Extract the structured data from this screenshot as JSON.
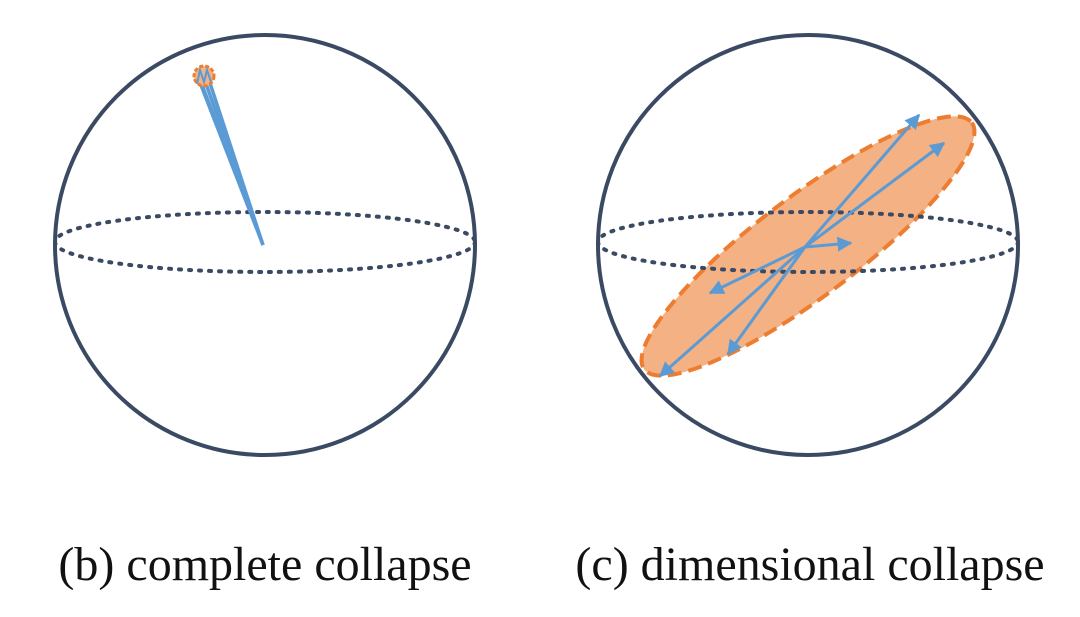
{
  "panels": [
    {
      "id": "b",
      "caption": "(b) complete collapse",
      "kind": "complete-collapse"
    },
    {
      "id": "c",
      "caption": "(c) dimensional collapse",
      "kind": "dimensional-collapse"
    }
  ],
  "colors": {
    "sphere_outline": "#3b4a63",
    "equator": "#3b4a63",
    "vector": "#5b9bd5",
    "collapse_region_fill": "#f4b183",
    "collapse_region_stroke": "#ed7d31"
  }
}
